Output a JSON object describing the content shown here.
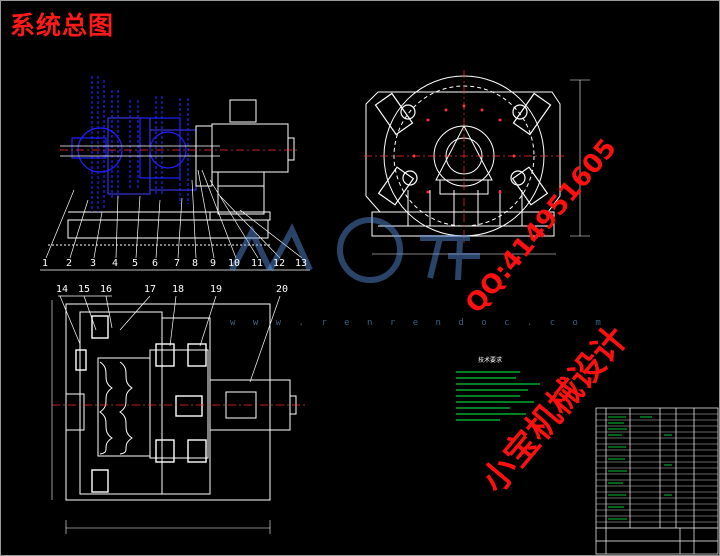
{
  "title": "系统总图",
  "callouts_top": [
    "1",
    "2",
    "3",
    "4",
    "5",
    "6",
    "7",
    "8",
    "9",
    "10",
    "11",
    "12",
    "13"
  ],
  "callouts_bottom": [
    "14",
    "15",
    "16",
    "17",
    "18",
    "19",
    "20"
  ],
  "watermark": {
    "url": "w w w . r e n r e n d o c . c o m"
  },
  "contact": {
    "line1": "QQ:414951605",
    "line2": "小宝机械设计"
  },
  "notes_heading": "技术要求",
  "colors": {
    "line": "#ffffff",
    "part": "#2020ff",
    "center": "#ff3030",
    "accent": "#00ff40",
    "stamp": "#ff1010"
  }
}
